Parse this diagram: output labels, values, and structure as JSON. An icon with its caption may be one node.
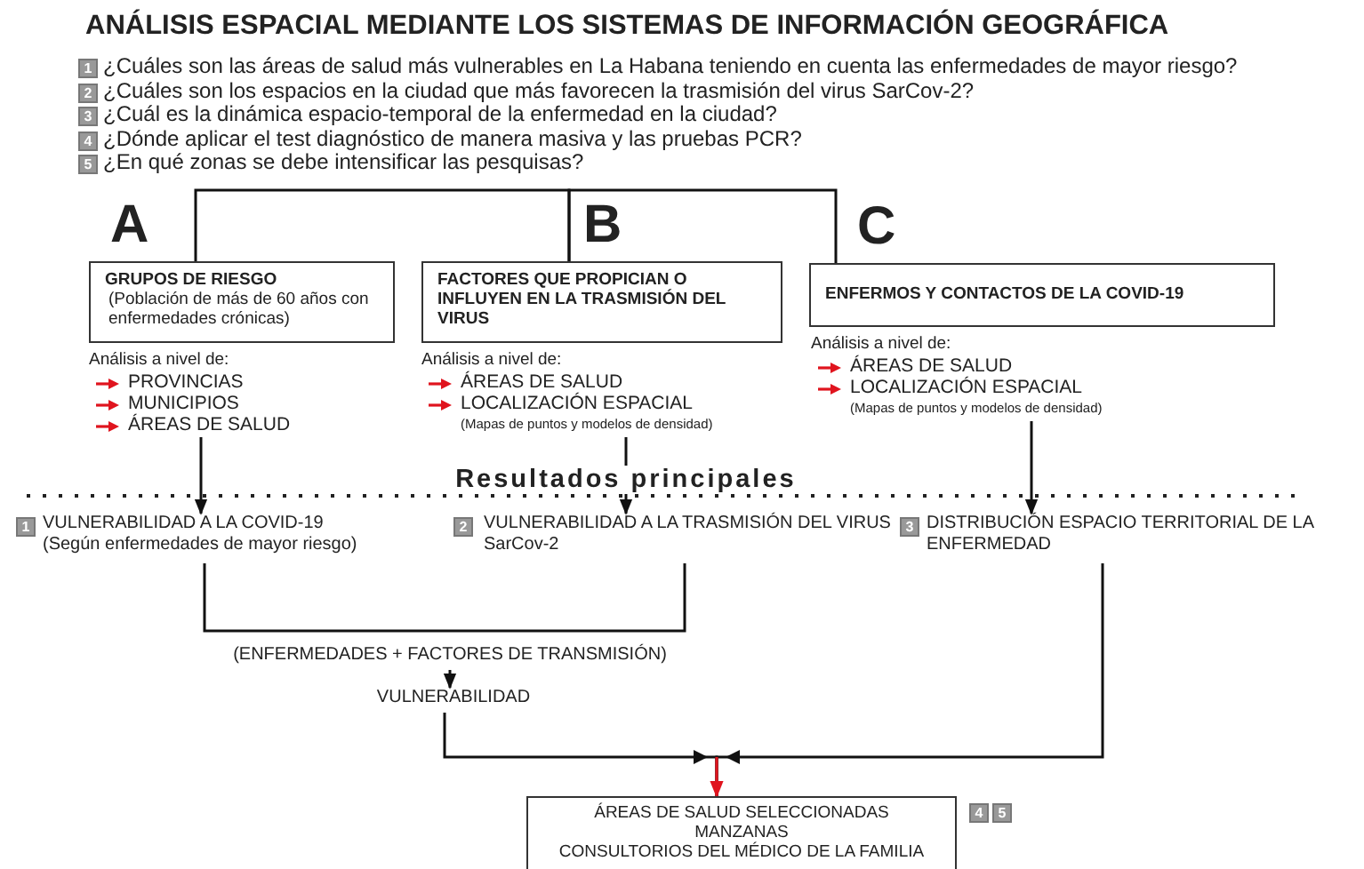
{
  "diagram": {
    "title": "ANÁLISIS ESPACIAL MEDIANTE LOS SISTEMAS DE INFORMACIÓN GEOGRÁFICA",
    "nodes": [
      {
        "text": [
          "GRUPOS DE RIESGO",
          "(Población de más de 60 años con enfermedades crónicas)"
        ],
        "beside": [
          "A"
        ]
      },
      {
        "text": [
          "FACTORES QUE PROPICIAN O INFLUYEN EN LA TRASMISIÓN DEL VIRUS"
        ],
        "beside": [
          "B"
        ]
      },
      {
        "text": [
          "ENFERMOS Y CONTACTOS DE LA COVID-19"
        ],
        "beside": [
          "C"
        ]
      },
      {
        "text": [
          "Análisis a nivel de:",
          "PROVINCIAS",
          "MUNICIPIOS",
          "ÁREAS DE SALUD"
        ]
      },
      {
        "text": [
          "Análisis a nivel de:",
          "ÁREAS DE SALUD",
          "LOCALIZACIÓN ESPACIAL",
          "(Mapas de puntos y modelos de densidad)"
        ]
      },
      {
        "text": [
          "Análisis a nivel de:",
          "ÁREAS DE SALUD",
          "LOCALIZACIÓN ESPACIAL",
          "(Mapas de puntos y modelos de densidad)"
        ]
      },
      {
        "text": [
          "VULNERABILIDAD A LA COVID-19",
          "(Según enfermedades de mayor riesgo)"
        ],
        "beside": [
          "1"
        ]
      },
      {
        "text": [
          "VULNERABILIDAD A LA TRASMISIÓN DEL VIRUS SarCov-2"
        ],
        "beside": [
          "2"
        ]
      },
      {
        "text": [
          "DISTRIBUCIÓN ESPACIO TERRITORIAL DE LA ENFERMEDAD"
        ],
        "beside": [
          "3"
        ]
      },
      {
        "text": [
          "(ENFERMEDADES + FACTORES DE TRANSMISIÓN)"
        ]
      },
      {
        "text": [
          "VULNERABILIDAD"
        ]
      },
      {
        "text": [
          "ÁREAS DE SALUD SELECCIONADAS",
          "MANZANAS",
          "CONSULTORIOS DEL MÉDICO DE LA FAMILIA"
        ],
        "beside": [
          "4",
          "5"
        ]
      }
    ],
    "edges": [
      {
        "from": 0,
        "to": 1,
        "arrow": "none"
      },
      {
        "from": 1,
        "to": 2,
        "arrow": "none"
      },
      {
        "from": 3,
        "to": 6,
        "arrow": "to"
      },
      {
        "from": 4,
        "to": 7,
        "arrow": "to"
      },
      {
        "from": 5,
        "to": 8,
        "arrow": "to"
      },
      {
        "from": 6,
        "to": 7,
        "arrow": "none"
      },
      {
        "from": 9,
        "to": 10,
        "arrow": "to"
      },
      {
        "from": 10,
        "to": 11,
        "arrow": "to"
      },
      {
        "from": 8,
        "to": 11,
        "arrow": "to"
      }
    ],
    "labels": [
      "1",
      "¿Cuáles  son las áreas de salud más vulnerables en La Habana teniendo en cuenta las enfermedades de mayor riesgo?",
      "2",
      "¿Cuáles  son los espacios en la ciudad que más favorecen la trasmisión del virus SarCov-2?",
      "3",
      "¿Cuál es la dinámica espacio-temporal de la enfermedad en la ciudad?",
      "4",
      "¿Dónde aplicar el test diagnóstico de manera masiva y las pruebas PCR?",
      "5",
      "¿En qué  zonas se debe intensificar las pesquisas?",
      "Resultados principales"
    ]
  }
}
